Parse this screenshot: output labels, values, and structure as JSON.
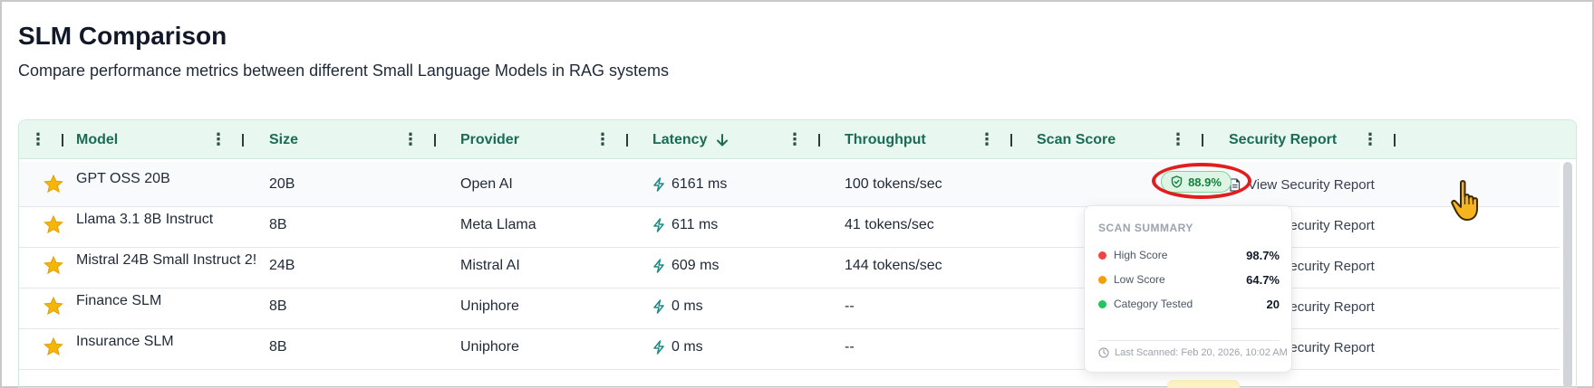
{
  "page": {
    "title": "SLM Comparison",
    "subtitle": "Compare performance metrics between different Small Language Models in RAG systems"
  },
  "colors": {
    "accent": "#1b6b55",
    "header_bg": "#e8f8f0",
    "star": "#f5b50a",
    "latency_icon": "#1c8a83",
    "score_green": "#15803d",
    "highlight_ring": "#e11d1d"
  },
  "table": {
    "columns": {
      "model": "Model",
      "size": "Size",
      "provider": "Provider",
      "latency": "Latency",
      "throughput": "Throughput",
      "scan_score": "Scan Score",
      "security_report": "Security Report"
    },
    "sorted_column": "latency",
    "sort_direction": "descending",
    "rows": [
      {
        "model": "GPT OSS 20B",
        "size": "20B",
        "provider": "Open AI",
        "latency": "6161 ms",
        "throughput": "100 tokens/sec",
        "report": "View Security Report",
        "favorite": true
      },
      {
        "model": "Llama 3.1 8B Instruct",
        "size": "8B",
        "provider": "Meta Llama",
        "latency": "611 ms",
        "throughput": "41 tokens/sec",
        "report": "View Security Report",
        "favorite": true
      },
      {
        "model": "Mistral 24B Small Instruct 2!",
        "size": "24B",
        "provider": "Mistral AI",
        "latency": "609 ms",
        "throughput": "144 tokens/sec",
        "report": "View Security Report",
        "favorite": true
      },
      {
        "model": "Finance SLM",
        "size": "8B",
        "provider": "Uniphore",
        "latency": "0 ms",
        "throughput": "--",
        "report": "View Security Report",
        "favorite": true
      },
      {
        "model": "Insurance SLM",
        "size": "8B",
        "provider": "Uniphore",
        "latency": "0 ms",
        "throughput": "--",
        "report": "View Security Report",
        "favorite": true
      }
    ]
  },
  "scan_badge": {
    "value": "88.9%",
    "icon": "shield-check-icon"
  },
  "scan_summary": {
    "title": "SCAN SUMMARY",
    "items": [
      {
        "label": "High Score",
        "value": "98.7%",
        "color": "#ef4444"
      },
      {
        "label": "Low Score",
        "value": "64.7%",
        "color": "#f59e0b"
      },
      {
        "label": "Category Tested",
        "value": "20",
        "color": "#22c55e"
      }
    ],
    "last_scanned": "Last Scanned: Feb 20, 2026, 10:02 AM"
  }
}
